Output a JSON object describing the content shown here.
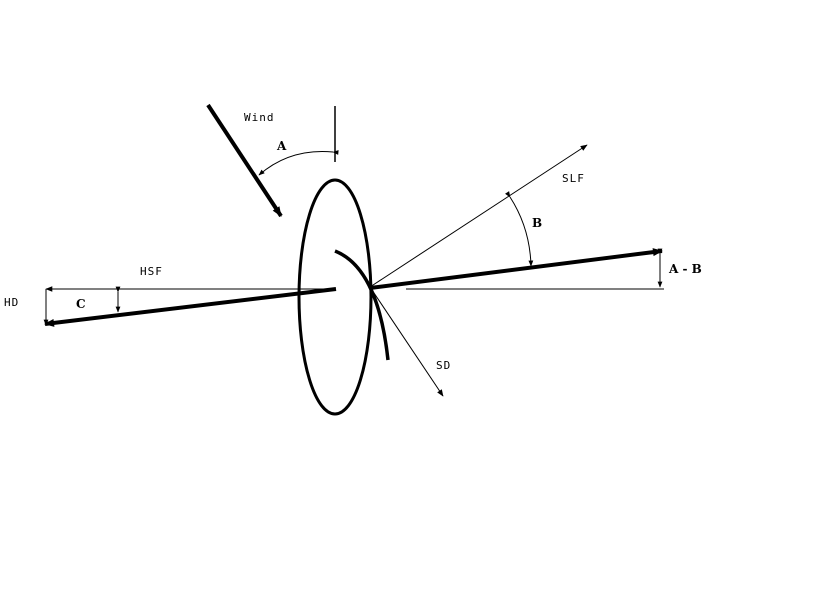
{
  "labels": {
    "wind": "Wind",
    "angle_a": "A",
    "slf": "SLF",
    "angle_b": "B",
    "angle_a_minus_b": "A - B",
    "hsf": "HSF",
    "hd": "HD",
    "angle_c": "C",
    "sd": "SD"
  },
  "colors": {
    "ink": "#000000",
    "background": "#ffffff"
  }
}
